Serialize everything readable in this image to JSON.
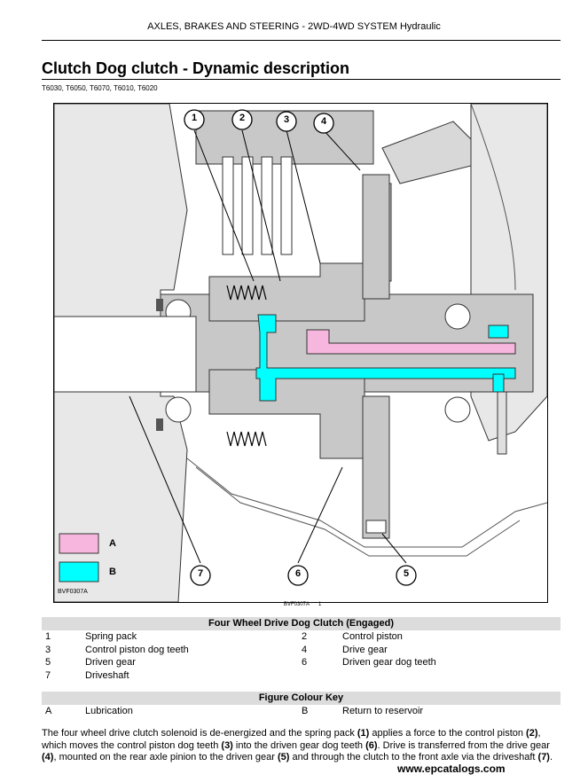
{
  "header": "AXLES, BRAKES AND STEERING - 2WD-4WD SYSTEM Hydraulic",
  "title": "Clutch Dog clutch - Dynamic description",
  "models": "T6030, T6050, T6070, T6010, T6020",
  "figure": {
    "callouts": [
      "1",
      "2",
      "3",
      "4",
      "5",
      "6",
      "7"
    ],
    "legend": [
      {
        "label": "A",
        "color": "#f7b6dd"
      },
      {
        "label": "B",
        "color": "#00ffff"
      }
    ],
    "code": "BVF0307A",
    "caption_code": "BVF0307A",
    "caption_num": "1"
  },
  "table1": {
    "title": "Four Wheel Drive Dog Clutch (Engaged)",
    "rows": [
      [
        "1",
        "Spring pack",
        "2",
        "Control piston"
      ],
      [
        "3",
        "Control piston dog teeth",
        "4",
        "Drive gear"
      ],
      [
        "5",
        "Driven gear",
        "6",
        "Driven gear dog teeth"
      ],
      [
        "7",
        "Driveshaft",
        "",
        ""
      ]
    ]
  },
  "table2": {
    "title": "Figure Colour Key",
    "rows": [
      [
        "A",
        "Lubrication",
        "B",
        "Return to reservoir"
      ]
    ]
  },
  "paragraph": {
    "t1": "The four wheel drive clutch solenoid is de-energized and the spring pack ",
    "r1": "(1)",
    "t2": " applies a force to the control piston ",
    "r2": "(2)",
    "t3": ", which moves the control piston dog teeth ",
    "r3": "(3)",
    "t4": " into the driven gear dog teeth ",
    "r4": "(6)",
    "t5": ". Drive is transferred from the drive gear ",
    "r5": "(4)",
    "t6": ", mounted on the rear axle pinion to the driven gear ",
    "r6": "(5)",
    "t7": " and through the clutch to the front axle via the driveshaft ",
    "r7": "(7)",
    "t8": "."
  },
  "watermark": "www.epcatalogs.com",
  "colors": {
    "lubrication": "#f7b6dd",
    "return": "#00ffff",
    "metal": "#c8c8c8",
    "table_header": "#dcdcdc"
  }
}
